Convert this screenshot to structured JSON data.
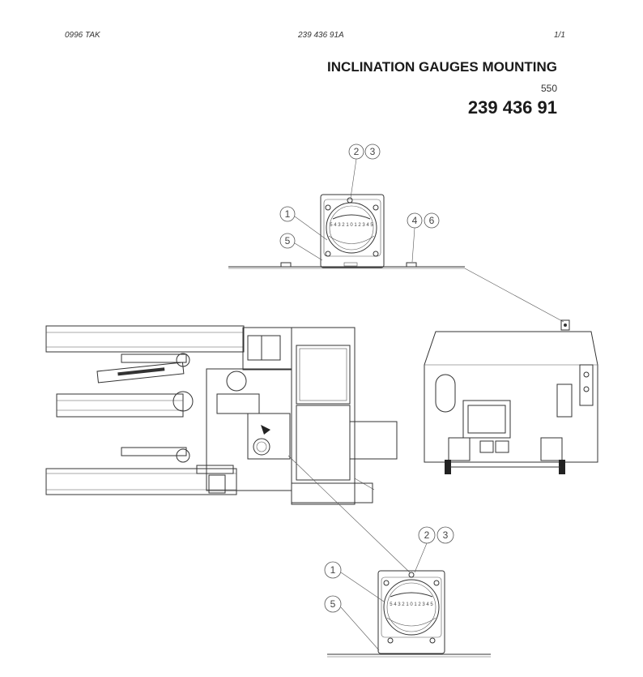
{
  "header": {
    "left": "0996  TAK",
    "center": "239 436 91A",
    "right": "1/1"
  },
  "title": "INCLINATION GAUGES MOUNTING",
  "model": "550",
  "part_number": "239 436 91",
  "callouts": {
    "top_a": "2",
    "top_b": "3",
    "top_one": "1",
    "top_five": "5",
    "top_c": "4",
    "top_d": "6",
    "bot_a": "2",
    "bot_b": "3",
    "bot_one": "1",
    "bot_five": "5"
  },
  "gauge_scale_top": "5 4 3 2 1 0 1 2 3 4 5",
  "gauge_scale_bottom": "5 4 3 2 1 0 1 2 3 4 5"
}
